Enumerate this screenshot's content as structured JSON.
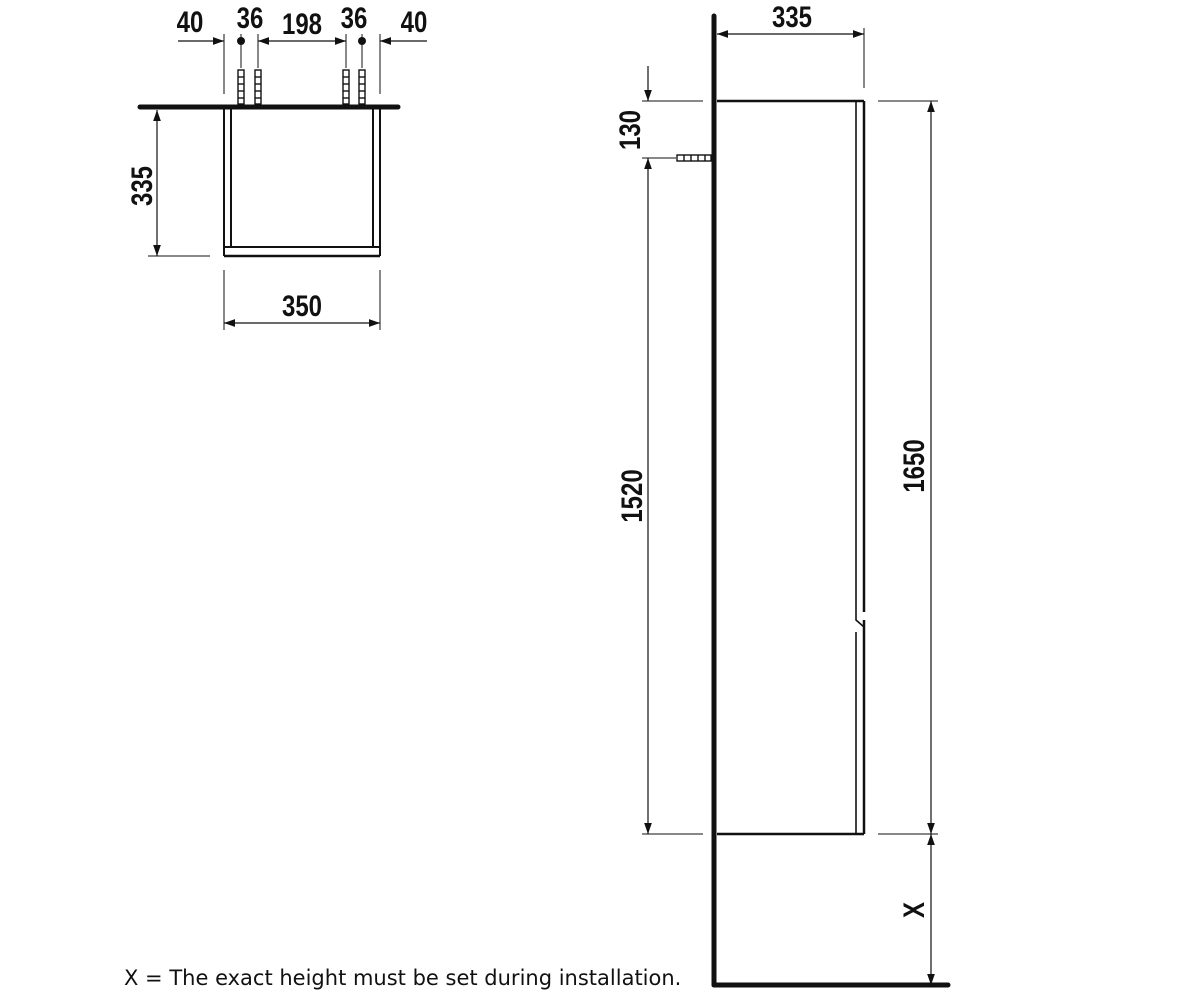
{
  "top_view": {
    "width": "350",
    "depth": "335",
    "offset_left": "40",
    "anchor_left": "36",
    "anchor_spacing": "198",
    "anchor_right": "36",
    "offset_right": "40"
  },
  "side_view": {
    "depth": "335",
    "top_to_anchor": "130",
    "anchor_height": "1520",
    "cabinet_height": "1650",
    "variable_height": "X"
  },
  "note": "X = The exact height must be set during installation.",
  "colors": {
    "line": "#111111",
    "background": "#ffffff"
  }
}
